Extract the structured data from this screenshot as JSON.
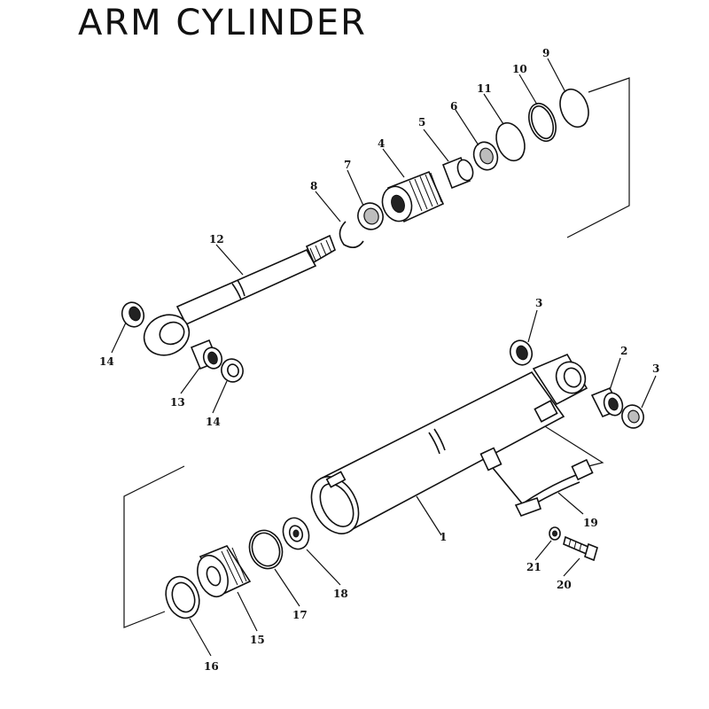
{
  "title": "ARM CYLINDER",
  "parts": {
    "p1": "1",
    "p2": "2",
    "p3a": "3",
    "p3b": "3",
    "p4": "4",
    "p5": "5",
    "p6": "6",
    "p7": "7",
    "p8": "8",
    "p9": "9",
    "p10": "10",
    "p11": "11",
    "p12": "12",
    "p13": "13",
    "p14a": "14",
    "p14b": "14",
    "p15": "15",
    "p16": "16",
    "p17": "17",
    "p18": "18",
    "p19": "19",
    "p20": "20",
    "p21": "21"
  }
}
